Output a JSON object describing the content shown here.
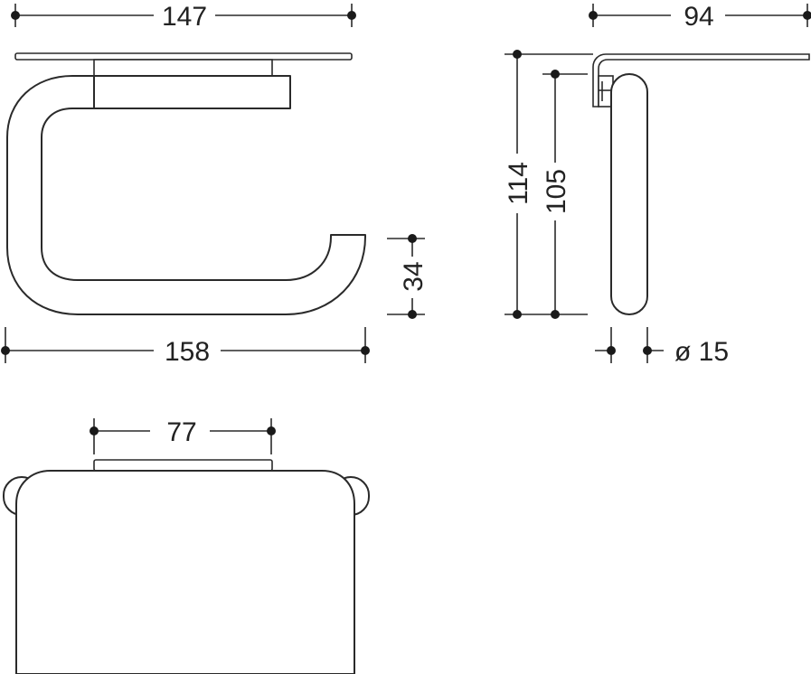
{
  "dimensions": {
    "top_width": "147",
    "overall_width": "158",
    "end_height": "34",
    "side_depth": "94",
    "side_height_total": "114",
    "side_height_inner": "105",
    "diameter": "ø 15",
    "base_width": "77"
  },
  "colors": {
    "line": "#2a2a2a",
    "background": "#ffffff"
  }
}
